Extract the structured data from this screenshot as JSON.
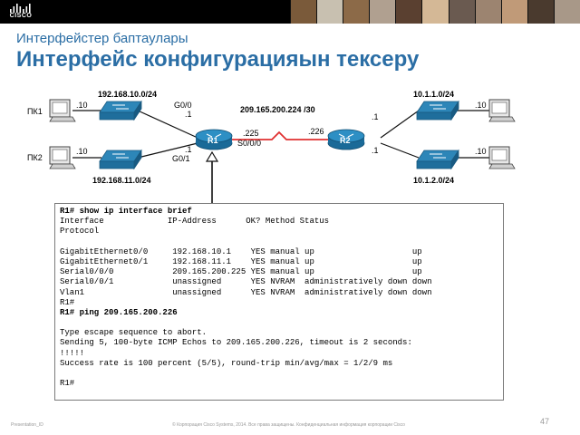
{
  "header": {
    "brand": "CISCO"
  },
  "title": {
    "subtitle": "Интерфейстер баптаулары",
    "main": "Интерфейс конфигурацияын тексеру"
  },
  "topology": {
    "pc_top": "ПК1",
    "pc_bottom": "ПК2",
    "net_left_top": "192.168.10.0/24",
    "net_left_bottom": "192.168.11.0/24",
    "net_wan": "209.165.200.224 /30",
    "net_right_top": "10.1.1.0/24",
    "net_right_bottom": "10.1.2.0/24",
    "host_pc_top": ".10",
    "host_pc_bottom": ".10",
    "host_right_top": ".10",
    "host_right_bottom": ".10",
    "g00_label": "G0/0",
    "g01_label": "G0/1",
    "g00_host": ".1",
    "g01_host": ".1",
    "r1_wan_host": ".225",
    "r1_serial": "S0/0/0",
    "r2_wan_host": ".226",
    "r2_top_host": ".1",
    "r2_bottom_host": ".1",
    "router1": "R1",
    "router2": "R2"
  },
  "terminal": {
    "lines": [
      "R1# show ip interface brief",
      "Interface             IP-Address      OK? Method Status",
      "Protocol",
      "",
      "GigabitEthernet0/0     192.168.10.1    YES manual up                    up",
      "GigabitEthernet0/1     192.168.11.1    YES manual up                    up",
      "Serial0/0/0            209.165.200.225 YES manual up                    up",
      "Serial0/0/1            unassigned      YES NVRAM  administratively down down",
      "Vlan1                  unassigned      YES NVRAM  administratively down down",
      "R1#",
      "R1# ping 209.165.200.226",
      "",
      "Type escape sequence to abort.",
      "Sending 5, 100-byte ICMP Echos to 209.165.200.226, timeout is 2 seconds:",
      "!!!!!",
      "Success rate is 100 percent (5/5), round-trip min/avg/max = 1/2/9 ms",
      "",
      "R1#"
    ]
  },
  "footer": {
    "presentation_id": "Presentation_ID",
    "copyright": "© Корпорация Cisco Systems, 2014. Все права защищены. Конфиденциальная информация корпорации Cisco",
    "page": "47"
  },
  "colors": {
    "title_blue": "#2b6ea5",
    "router_blue": "#1f7fb0",
    "wan_red": "#e03030",
    "banner": "#000000"
  },
  "icons": [
    "cisco-logo",
    "pc-icon",
    "switch-icon",
    "router-icon"
  ]
}
